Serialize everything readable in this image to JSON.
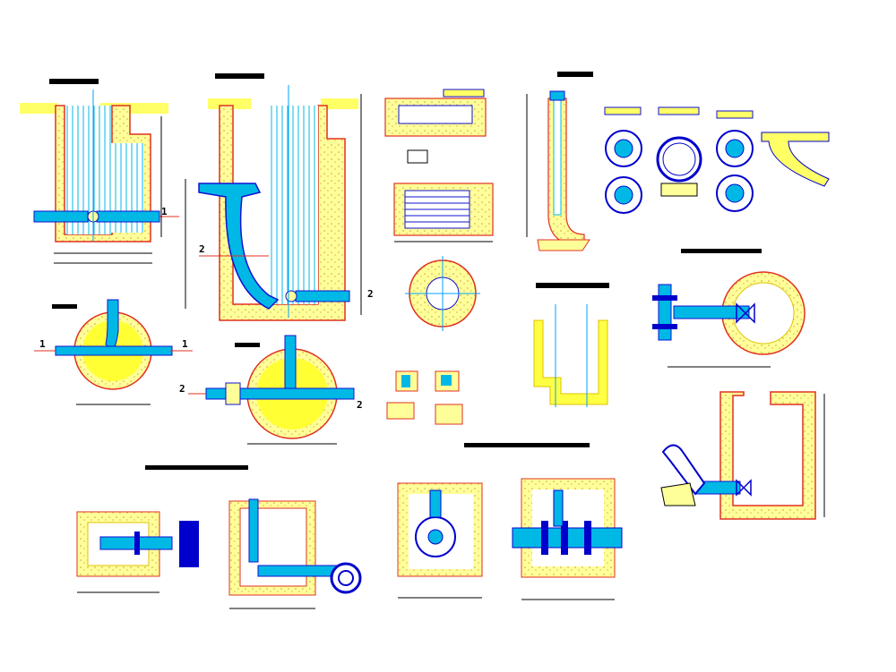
{
  "drawing": {
    "colors": {
      "concrete": "#ffff99",
      "concrete_edge": "#e2c24a",
      "wall_red": "#e03020",
      "pipe_cyan": "#00b8e6",
      "pipe_blue": "#1010d0",
      "dim_line": "#000000",
      "axis_line": "#00a0ff",
      "flange_blue": "#0000cc"
    },
    "section_marks": {
      "s1_left": "1",
      "s1_right": "1",
      "s2_left": "2",
      "s2_right": "2",
      "s2_top": "2",
      "s2_side": "2",
      "s1_side": "1"
    }
  }
}
